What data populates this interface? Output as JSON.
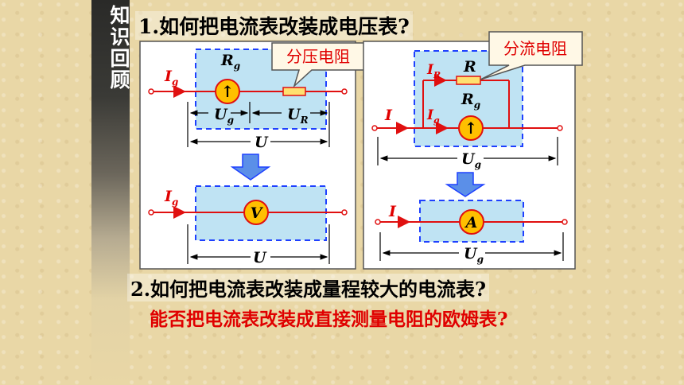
{
  "sidebar": {
    "title": "知识回顾"
  },
  "questions": {
    "q1": "1.如何把电流表改装成电压表?",
    "q2": "2.如何把电流表改装成量程较大的电流表?",
    "q3": "能否把电流表改装成直接测量电阻的欧姆表?"
  },
  "callouts": {
    "series": "分压电阻",
    "shunt": "分流电阻"
  },
  "labels": {
    "Ig": "I",
    "Ig_sub": "g",
    "Rg": "R",
    "Rg_sub": "g",
    "R": "R",
    "IR": "I",
    "IR_sub": "R",
    "I": "I",
    "Ug": "U",
    "Ug_sub": "g",
    "UR": "U",
    "UR_sub": "R",
    "U": "U",
    "meter_galv": "↑",
    "meter_volt": "V",
    "meter_amm": "A"
  },
  "colors": {
    "wire": "#e01010",
    "box_fill": "#bfe3f3",
    "box_border": "#1e40ff",
    "meter_fill": "#ffc000",
    "resistor_fill": "#ffe070",
    "arrow_fill": "#5b8fe8",
    "callout_text": "#e00000",
    "question_red": "#e00000"
  }
}
